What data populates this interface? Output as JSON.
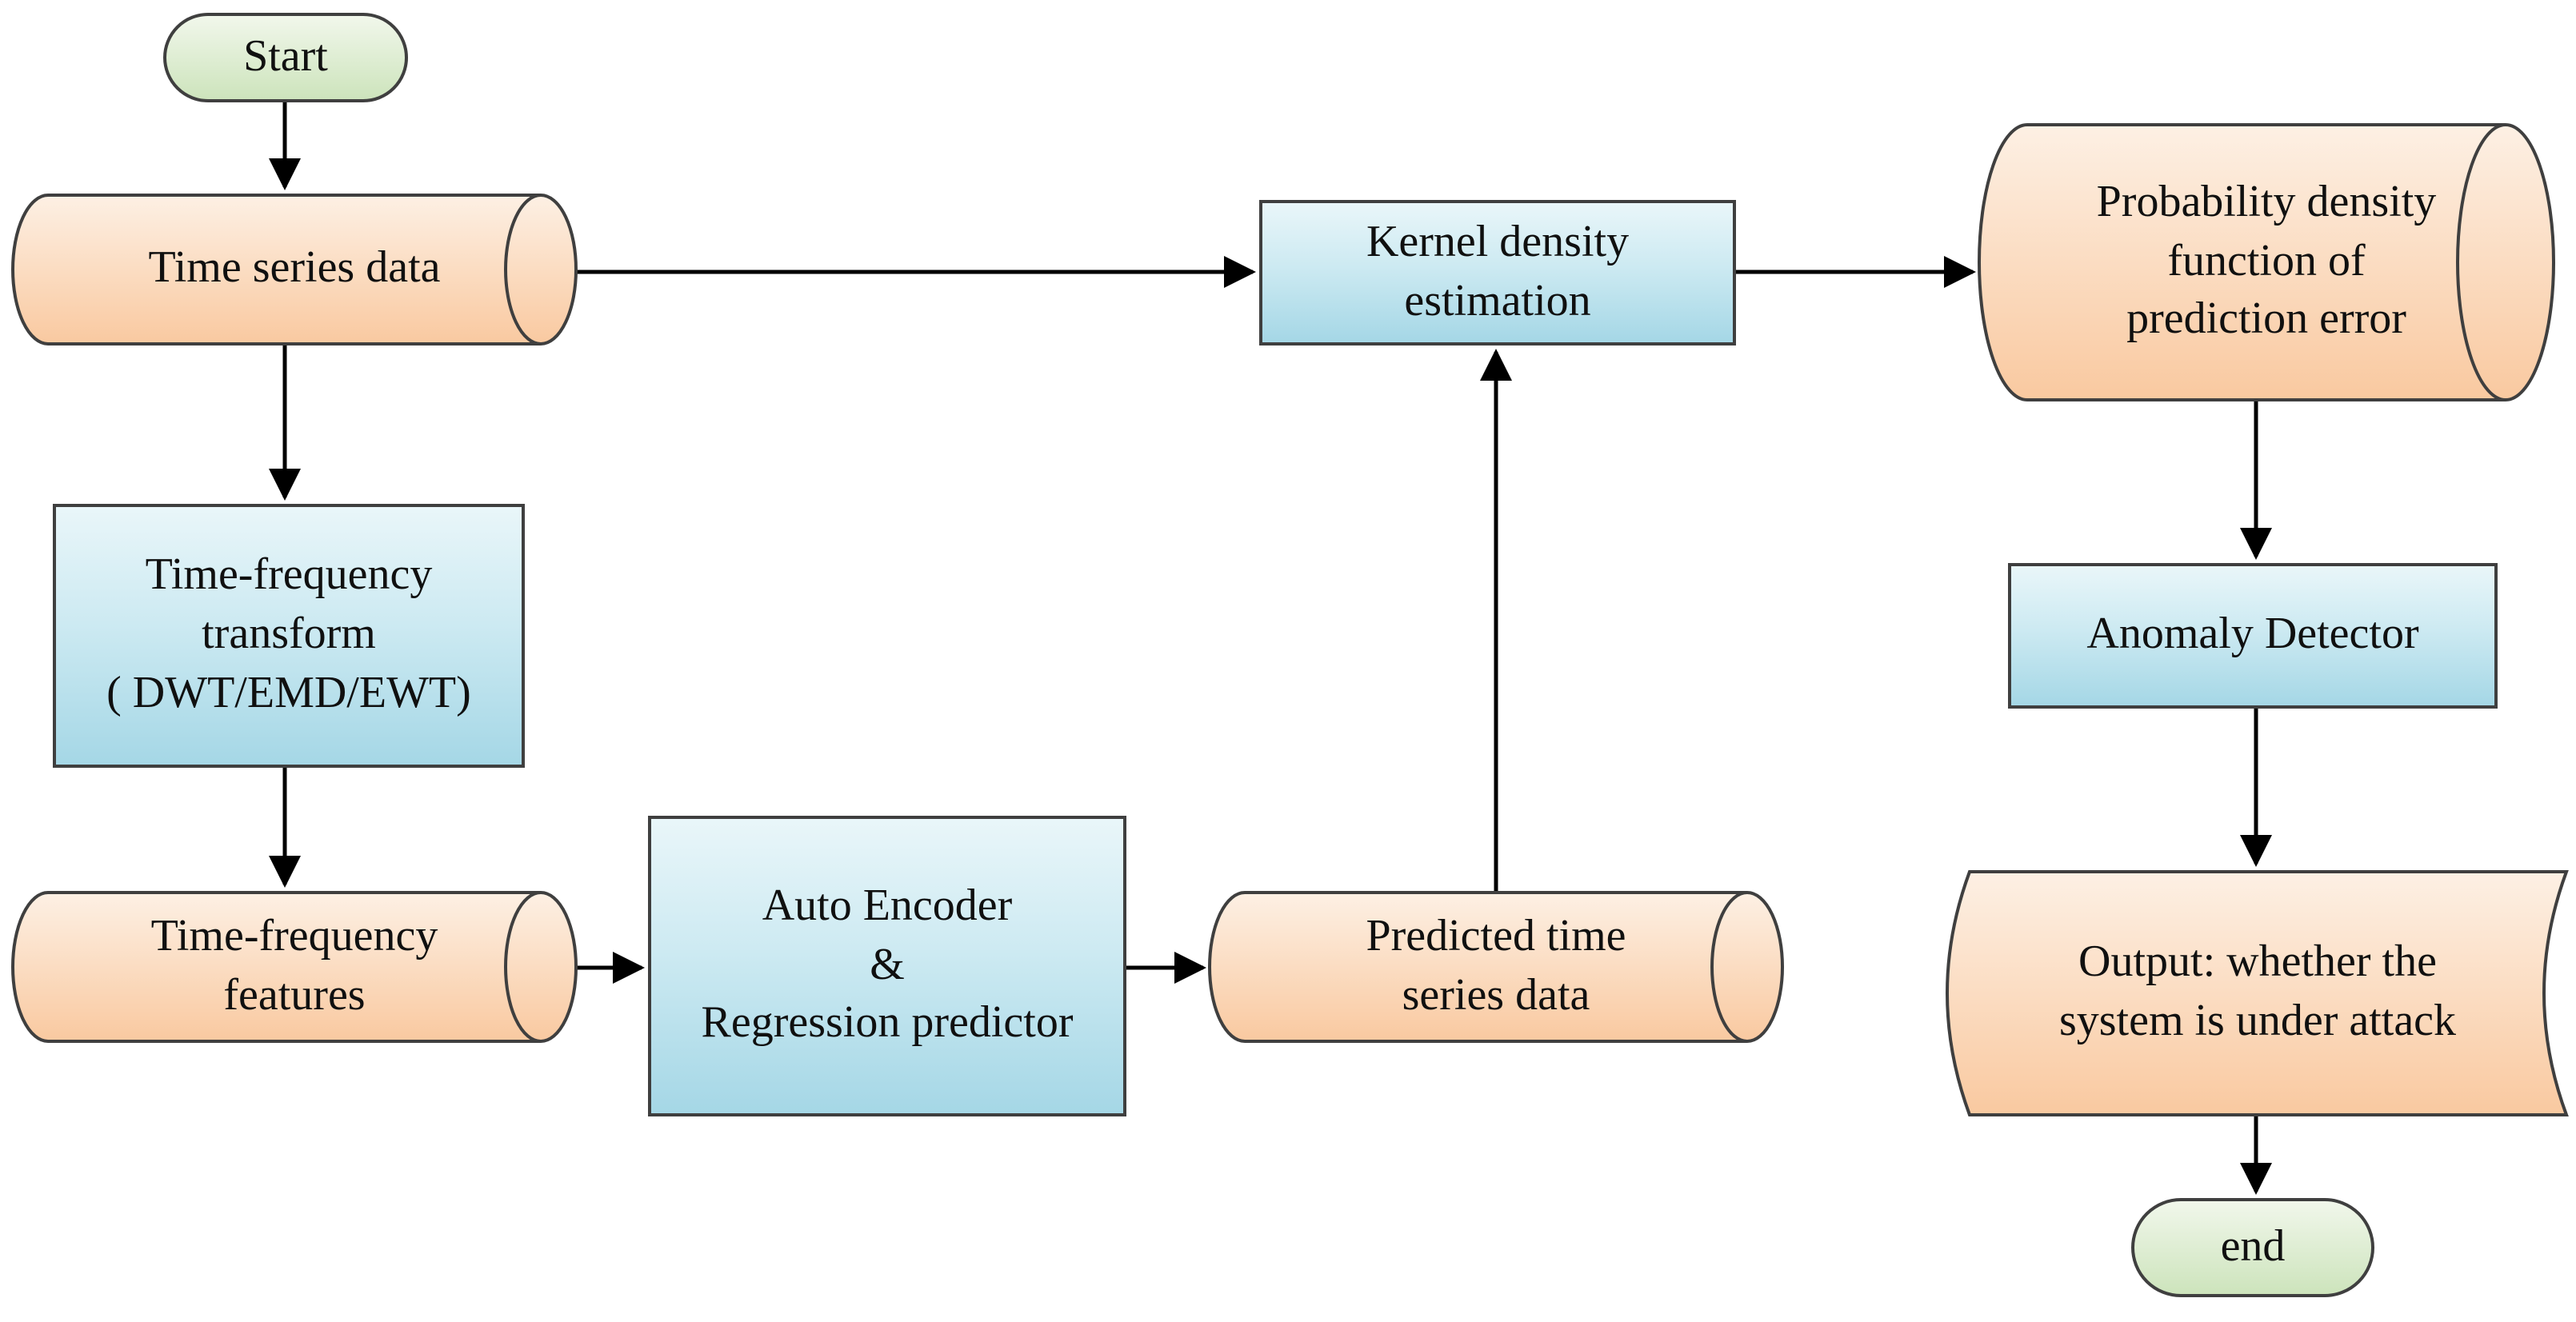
{
  "diagram_title": "Anomaly detection flowchart",
  "palette": {
    "node_border": "#3f3f3f",
    "arrow_color": "#000000",
    "text_color": "#101010",
    "orange_top": "#fdf0e4",
    "orange_bottom": "#f9c9a0",
    "blue_top": "#e9f6f9",
    "blue_mid": "#cdeaf2",
    "blue_bottom": "#a5d7e6",
    "green_top": "#f1f7eb",
    "green_bottom": "#cde4bc",
    "background": "#ffffff"
  },
  "nodes": {
    "start": {
      "shape": "terminator",
      "label": "Start"
    },
    "time_series_data": {
      "shape": "cylinder",
      "label": "Time series data"
    },
    "tf_transform": {
      "shape": "process",
      "label": "Time-frequency\ntransform\n( DWT/EMD/EWT)"
    },
    "tf_features": {
      "shape": "cylinder",
      "label": "Time-frequency\nfeatures"
    },
    "auto_encoder": {
      "shape": "process",
      "label": "Auto Encoder\n&\nRegression predictor"
    },
    "predicted_time_series": {
      "shape": "cylinder",
      "label": "Predicted time\nseries data"
    },
    "kde": {
      "shape": "process",
      "label": "Kernel density\nestimation"
    },
    "pdf_prediction_error": {
      "shape": "cylinder",
      "label": "Probability density\nfunction of\nprediction error"
    },
    "anomaly_detector": {
      "shape": "process",
      "label": "Anomaly Detector"
    },
    "output": {
      "shape": "tape",
      "label": "Output: whether the\nsystem is under attack"
    },
    "end": {
      "shape": "terminator",
      "label": "end"
    }
  },
  "edges": [
    {
      "from": "start",
      "to": "time_series_data"
    },
    {
      "from": "time_series_data",
      "to": "tf_transform"
    },
    {
      "from": "time_series_data",
      "to": "kde"
    },
    {
      "from": "tf_transform",
      "to": "tf_features"
    },
    {
      "from": "tf_features",
      "to": "auto_encoder"
    },
    {
      "from": "auto_encoder",
      "to": "predicted_time_series"
    },
    {
      "from": "predicted_time_series",
      "to": "kde"
    },
    {
      "from": "kde",
      "to": "pdf_prediction_error"
    },
    {
      "from": "pdf_prediction_error",
      "to": "anomaly_detector"
    },
    {
      "from": "anomaly_detector",
      "to": "output"
    },
    {
      "from": "output",
      "to": "end"
    }
  ]
}
